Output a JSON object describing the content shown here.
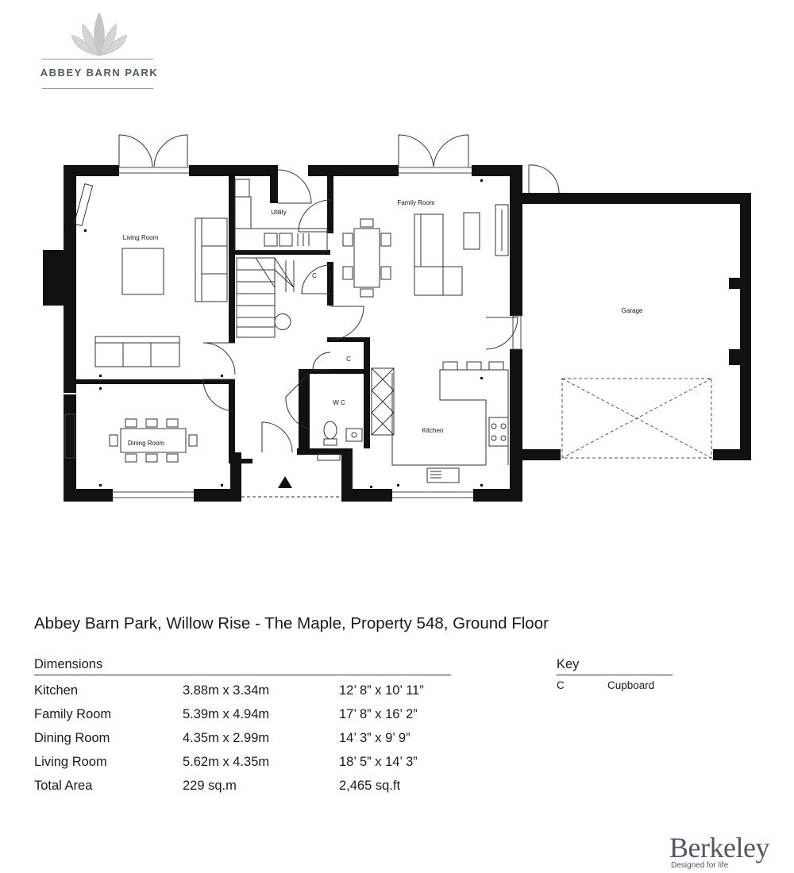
{
  "logo": {
    "text": "ABBEY BARN PARK"
  },
  "plan": {
    "rooms": {
      "living_room": "Living Room",
      "dining_room": "Dining Room",
      "utility": "Utility",
      "family_room": "Family Room",
      "kitchen": "Kitchen",
      "garage": "Garage",
      "wc": "W C",
      "cupboard_1": "C",
      "cupboard_2": "C"
    }
  },
  "title": "Abbey Barn Park, Willow Rise - The Maple, Property 548, Ground Floor",
  "dimensions": {
    "header": "Dimensions",
    "rows": [
      {
        "room": "Kitchen",
        "metric": "3.88m x 3.34m",
        "imperial": "12’ 8” x 10’ 11”"
      },
      {
        "room": "Family Room",
        "metric": "5.39m x 4.94m",
        "imperial": "17’ 8” x 16’ 2”"
      },
      {
        "room": "Dining Room",
        "metric": "4.35m x 2.99m",
        "imperial": "14’ 3” x 9’ 9”"
      },
      {
        "room": "Living Room",
        "metric": "5.62m x 4.35m",
        "imperial": "18’ 5” x 14’ 3”"
      },
      {
        "room": "Total Area",
        "metric": "229 sq.m",
        "imperial": "2,465 sq.ft"
      }
    ]
  },
  "key": {
    "header": "Key",
    "items": [
      {
        "code": "C",
        "meaning": "Cupboard"
      }
    ]
  },
  "brand": {
    "name": "Berkeley",
    "tagline": "Designed for life"
  }
}
